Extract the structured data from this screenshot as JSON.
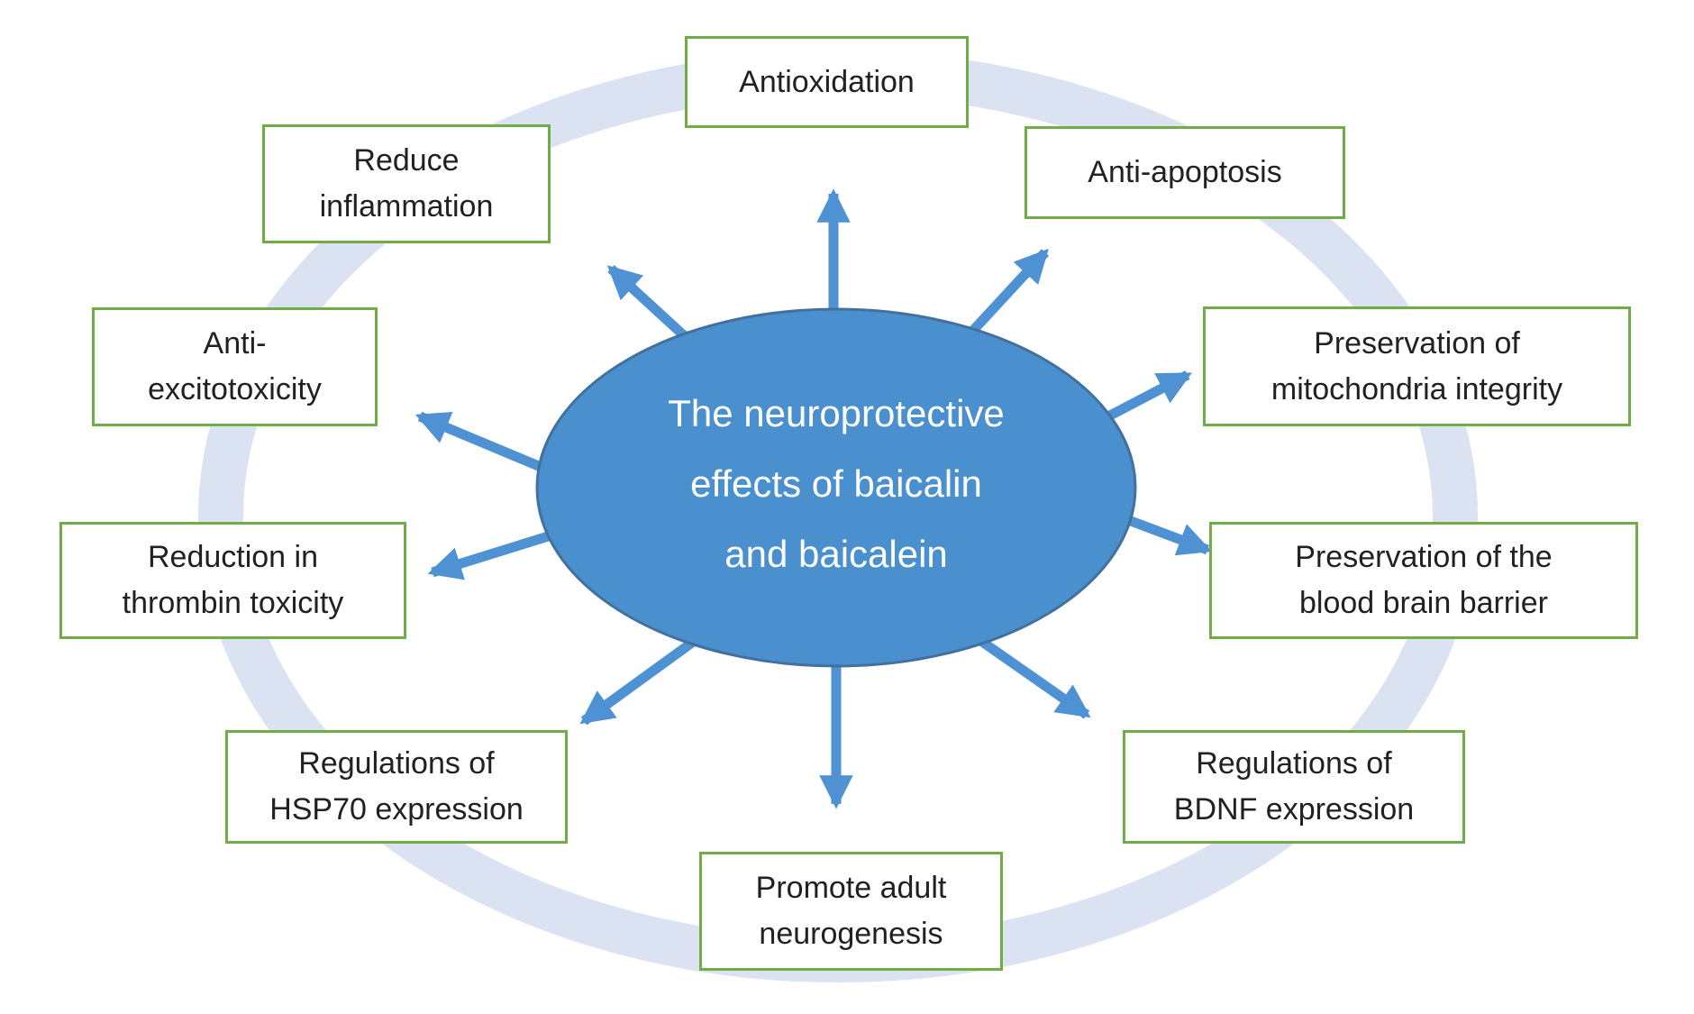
{
  "figure": {
    "type": "radial-diagram",
    "background": "#ffffff",
    "ring_color": "#dbe2f2",
    "ellipse_fill": "#4a8fce",
    "ellipse_border": "#41719c",
    "arrow_color": "#4e92d3",
    "box_border_color": "#70ad47",
    "box_fill": "#ffffff",
    "box_text_color": "#212121",
    "center_text_color": "#ffffff"
  },
  "center": {
    "title": "The neuroprotective effects of baicalin and baicalein",
    "title_lines": [
      "The neuroprotective",
      "effects of baicalin",
      "and baicalein"
    ]
  },
  "nodes": [
    {
      "id": "antioxidation",
      "label": "Antioxidation"
    },
    {
      "id": "anti-apoptosis",
      "label": "Anti-apoptosis"
    },
    {
      "id": "mitochondria",
      "label": "Preservation of\nmitochondria integrity"
    },
    {
      "id": "blood-brain",
      "label": "Preservation of the\nblood brain barrier"
    },
    {
      "id": "bdnf",
      "label": "Regulations of\nBDNF expression"
    },
    {
      "id": "neurogenesis",
      "label": "Promote adult\nneurogenesis"
    },
    {
      "id": "hsp70",
      "label": "Regulations of\nHSP70 expression"
    },
    {
      "id": "thrombin",
      "label": "Reduction in\nthrombin toxicity"
    },
    {
      "id": "excitotoxicity",
      "label": "Anti-\nexcitotoxicity"
    },
    {
      "id": "inflammation",
      "label": "Reduce\ninflammation"
    }
  ]
}
